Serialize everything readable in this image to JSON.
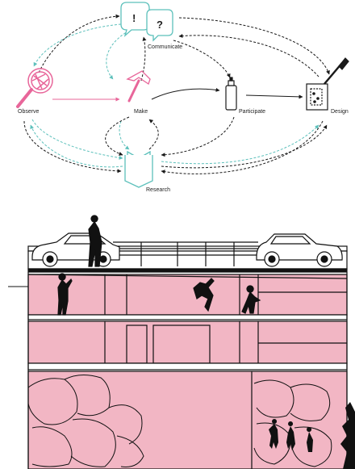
{
  "diagram": {
    "nodes": {
      "communicate": {
        "label": "Communicate",
        "icon": "speech-bubbles-icon",
        "glyphs": [
          "!",
          "?"
        ]
      },
      "observe": {
        "label": "Observe",
        "icon": "magnifying-glass-icon"
      },
      "make": {
        "label": "Make",
        "icon": "hammer-icon"
      },
      "participate": {
        "label": "Participate",
        "icon": "spray-can-icon"
      },
      "design": {
        "label": "Design",
        "icon": "design-board-brush-icon"
      },
      "research": {
        "label": "Research",
        "icon": "open-book-icon"
      }
    },
    "colors": {
      "pink": "#e8669a",
      "teal": "#5cc0bb",
      "black": "#1a1a1a"
    }
  },
  "illustration": {
    "icon": "building-section-illustration",
    "colors": {
      "wall_fill": "#f2b6c4",
      "line": "#111111"
    }
  }
}
